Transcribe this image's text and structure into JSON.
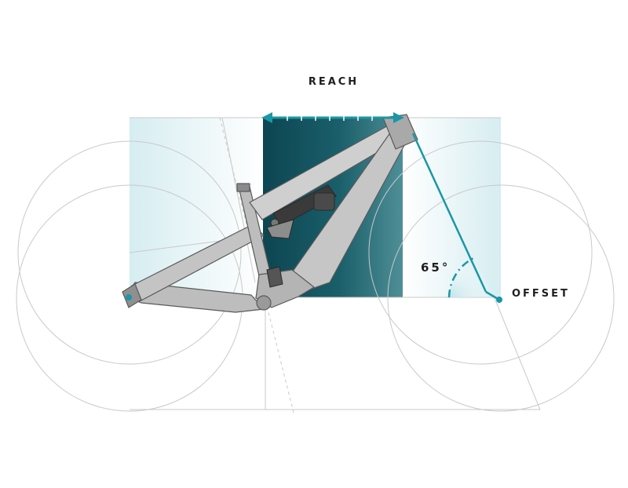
{
  "labels": {
    "reach": "REACH",
    "offset": "OFFSET",
    "head_angle": "65°"
  },
  "colors": {
    "accent": "#1a97a6",
    "dark_teal": "#0e4a57",
    "light_teal": "#d8eef2",
    "frame_gray": "#b9b9b9",
    "frame_outline": "#5a5a5a",
    "construction_line": "#c8c8c8",
    "text": "#1f1f1f"
  },
  "icons": {
    "frame": "bicycle-frame-illustration",
    "shock": "rear-shock-illustration"
  }
}
